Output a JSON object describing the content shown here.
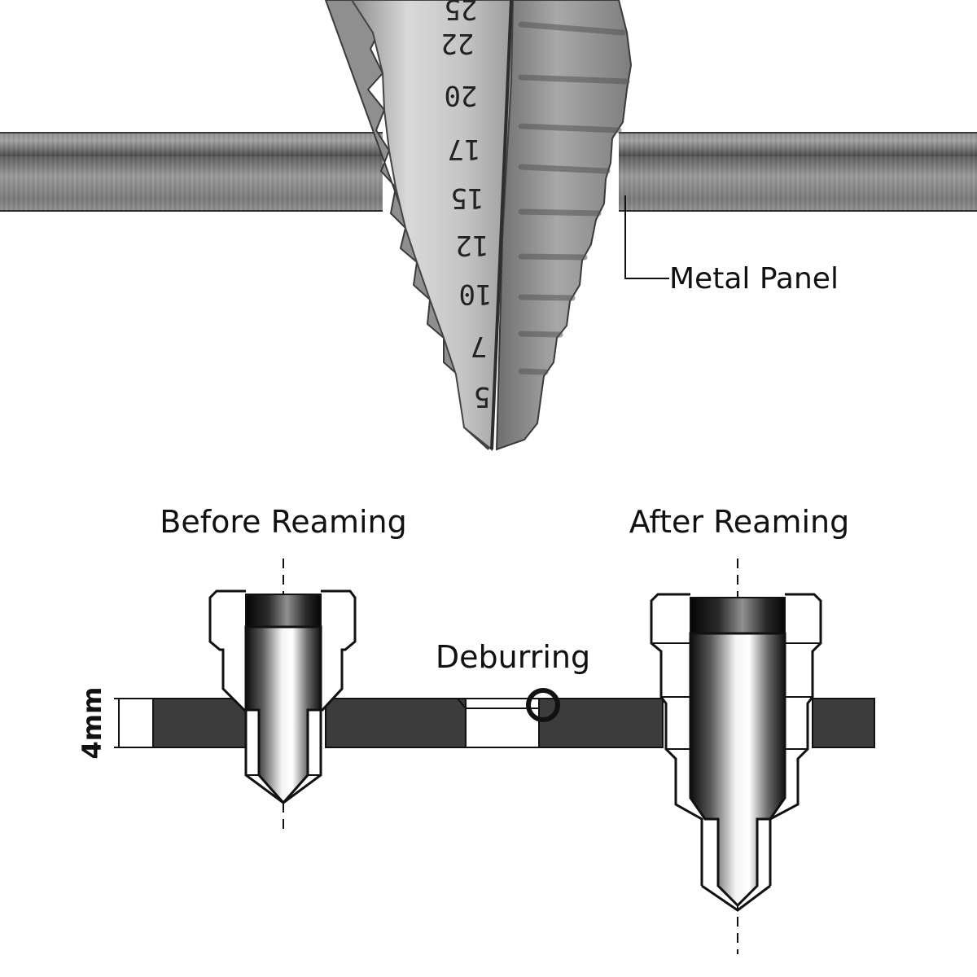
{
  "photo": {
    "panel_label": "Metal Panel",
    "step_markings": [
      "25",
      "22",
      "20",
      "17",
      "15",
      "12",
      "10",
      "7",
      "5"
    ]
  },
  "diagram": {
    "before_label": "Before Reaming",
    "after_label": "After Reaming",
    "deburring_label": "Deburring",
    "thickness_label": "4mm"
  },
  "colors": {
    "panel_dark": "#3c3c3c",
    "panel_metal": "#8a8a8a",
    "bit_steel": "#b9b9b9",
    "line": "#111111",
    "background": "#ffffff"
  },
  "icons": {
    "deburr_marker": "circle-marker-icon"
  }
}
